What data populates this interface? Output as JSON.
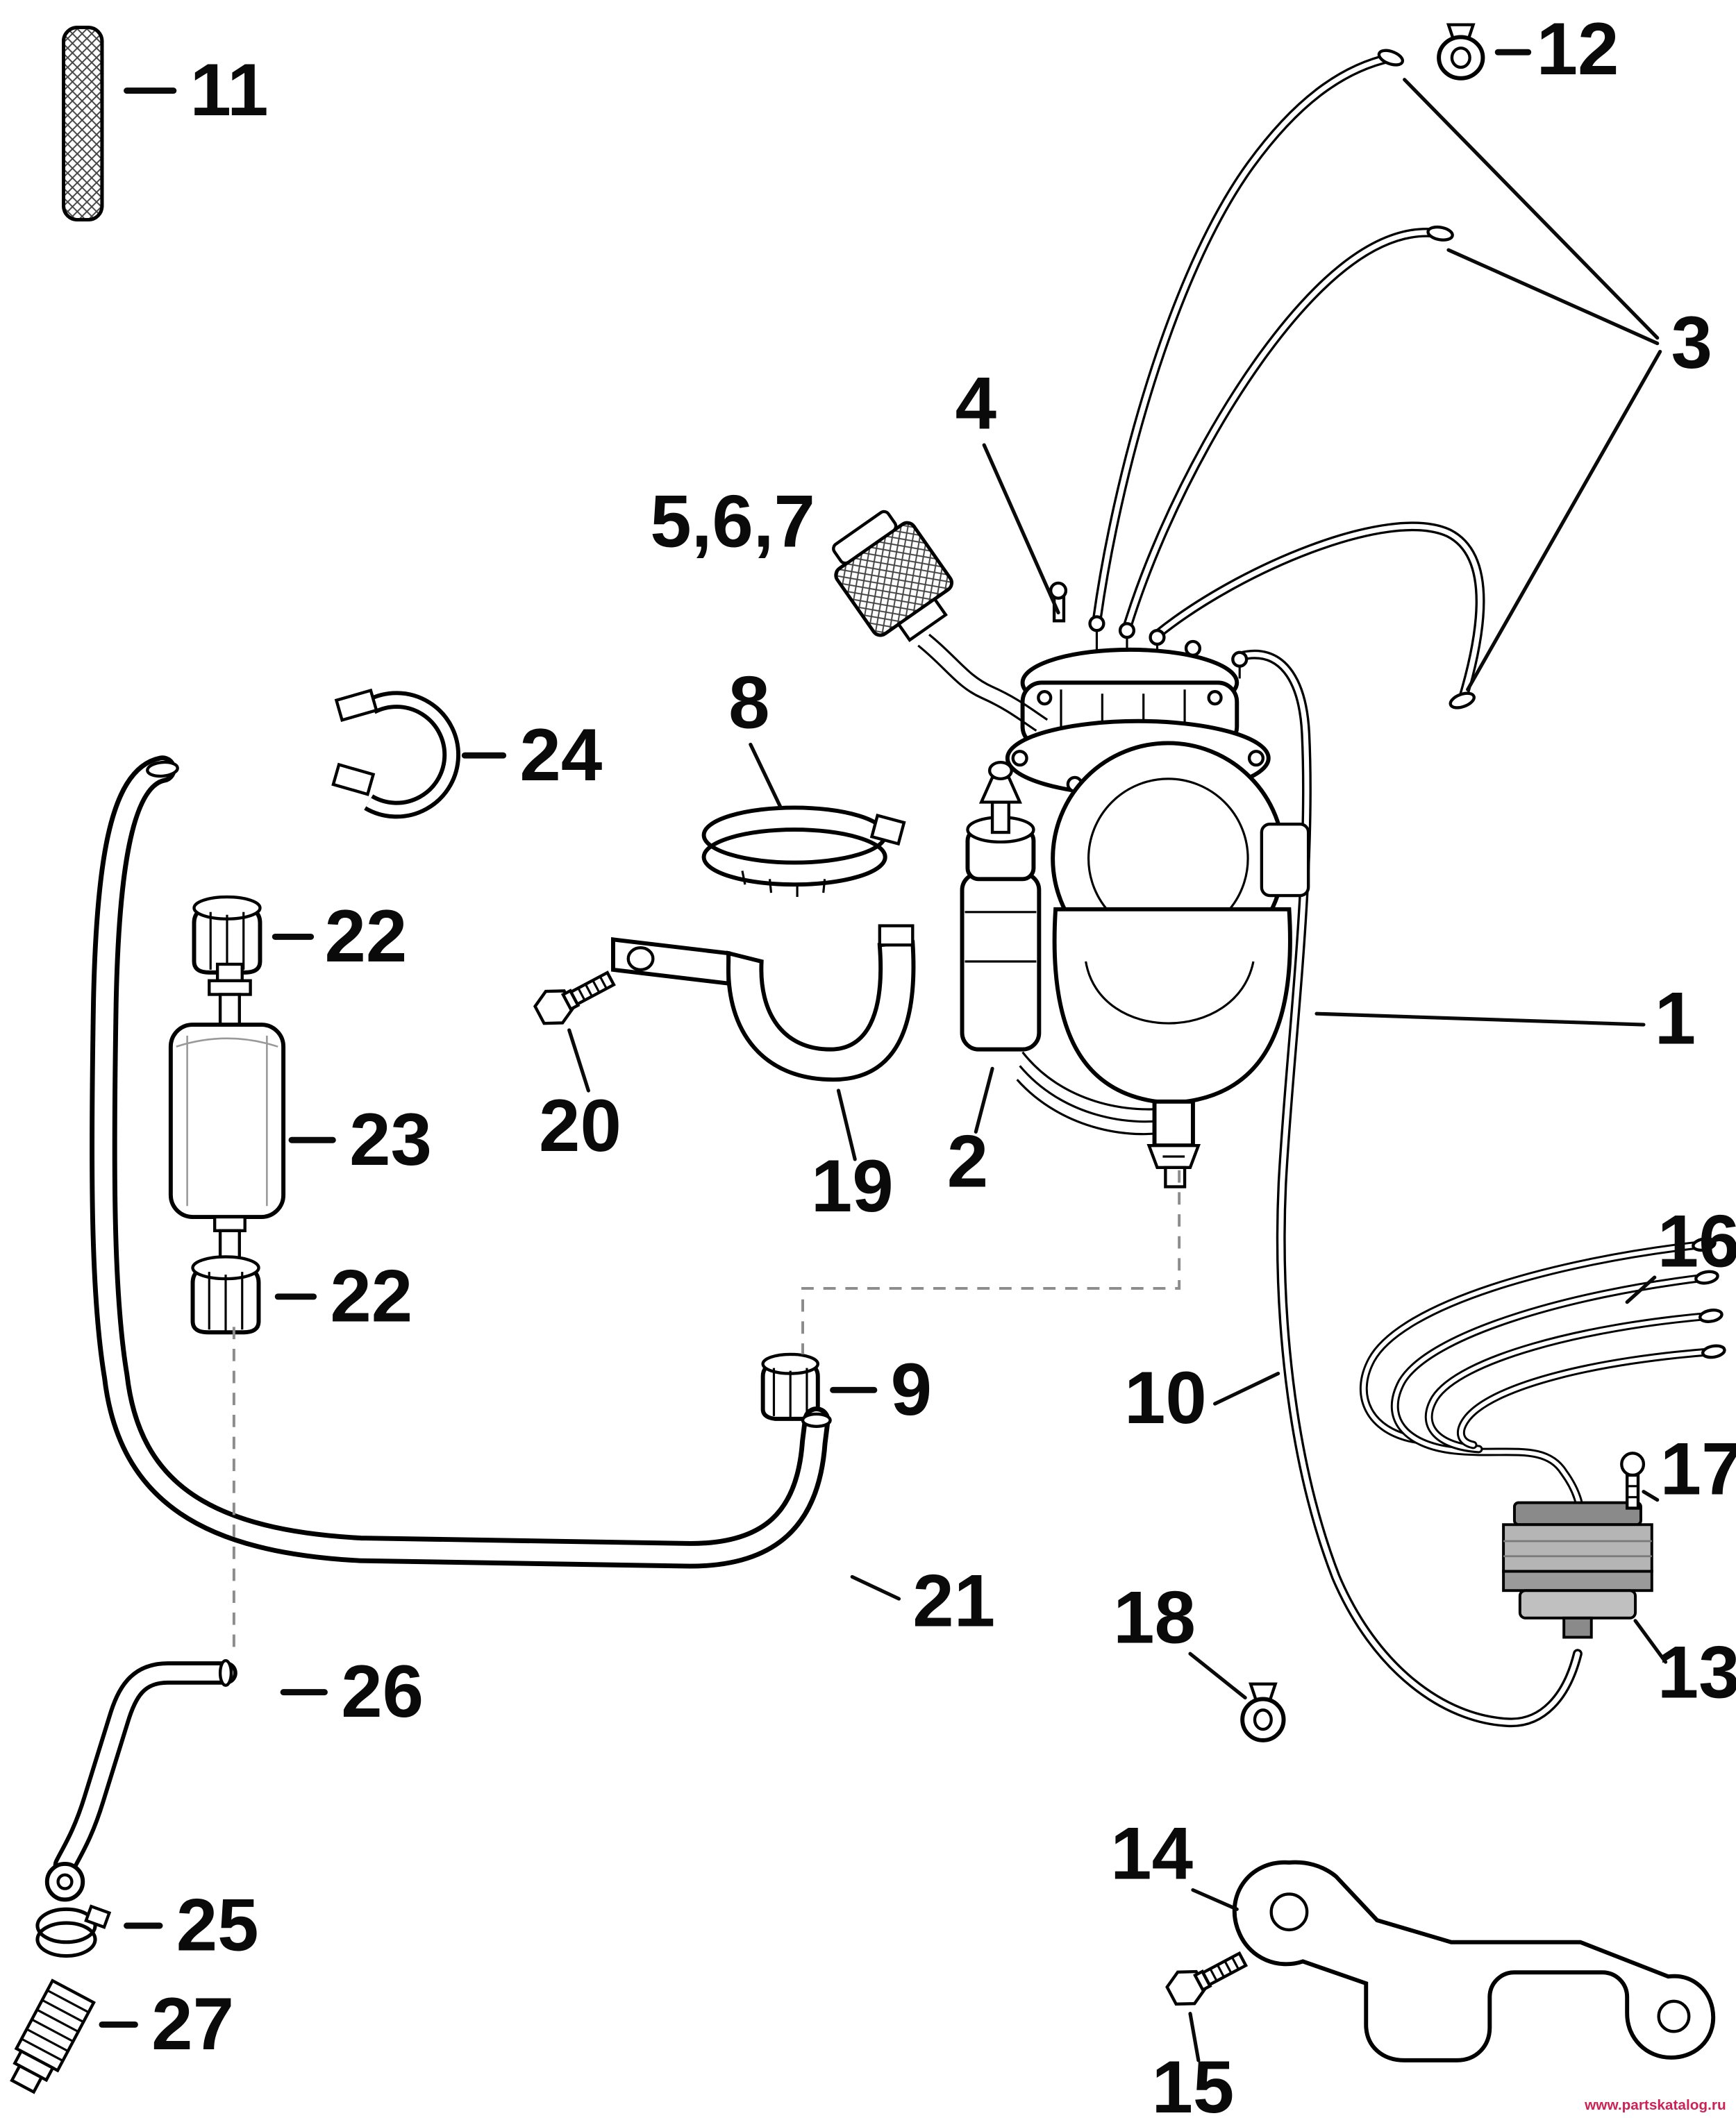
{
  "diagram": {
    "name": "fuel-pump-assembly-exploded-parts-diagram",
    "watermark": "www.partskatalog.ru",
    "colors": {
      "line": "#000000",
      "background": "#ffffff",
      "regulator_dark": "#8a8a8a",
      "regulator_mid": "#9a9a9a",
      "regulator_light": "#c0c0c0",
      "watermark": "#cc2255"
    },
    "callouts": {
      "c11": "11",
      "c12": "12",
      "c3": "3",
      "c4": "4",
      "c567": "5,6,7",
      "c8": "8",
      "c24": "24",
      "c22a": "22",
      "c23": "23",
      "c22b": "22",
      "c20": "20",
      "c19": "19",
      "c2": "2",
      "c1": "1",
      "c9": "9",
      "c10": "10",
      "c16": "16",
      "c17": "17",
      "c13": "13",
      "c18": "18",
      "c21": "21",
      "c26": "26",
      "c25": "25",
      "c27": "27",
      "c14": "14",
      "c15": "15"
    }
  }
}
